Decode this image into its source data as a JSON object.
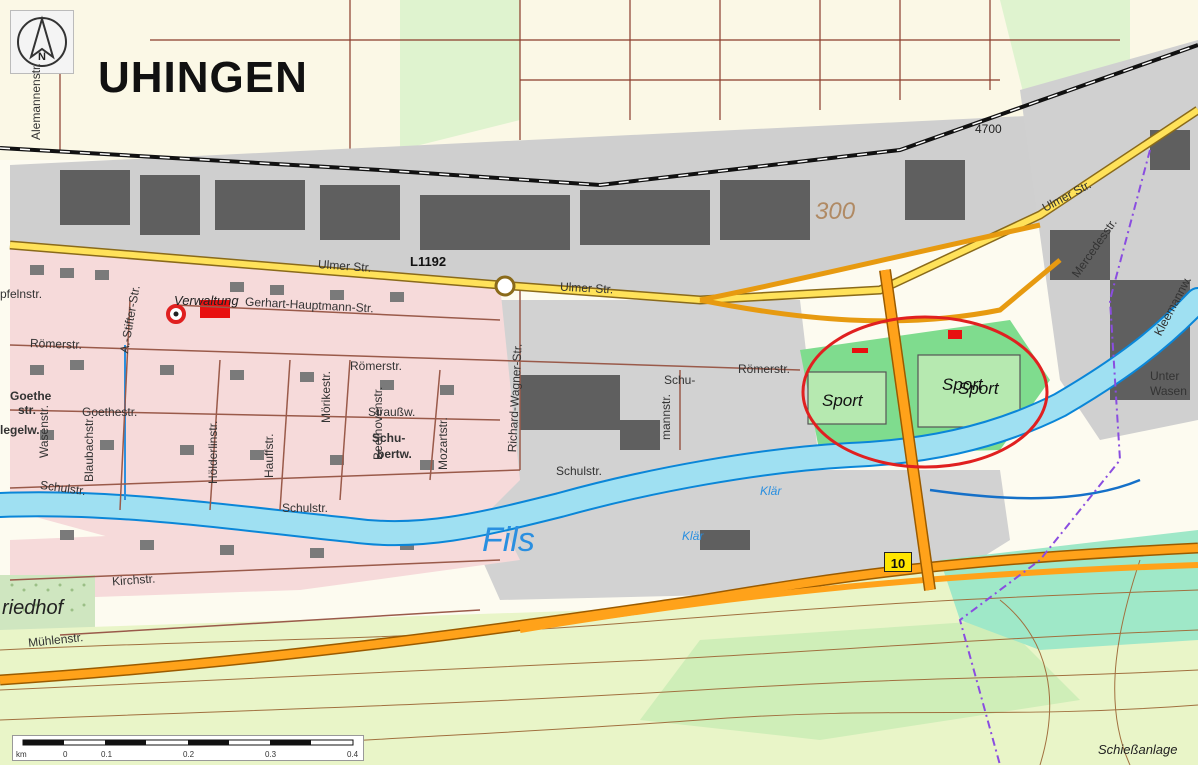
{
  "map": {
    "title": "UHINGEN",
    "highlight_color": "#e02020",
    "north_label": "N",
    "road_number": "L1192",
    "route_shield": "10",
    "rail_code": "4700",
    "contour_value": "300",
    "river": "Fils",
    "landmark_verwaltung": "Verwaltung",
    "sport_labels": [
      "Sport",
      "Sport",
      "Sport"
    ],
    "klaer_labels": [
      "Klär",
      "Klär"
    ],
    "cemetery": "riedhof",
    "shooting_range": "Schießanlage",
    "streets": {
      "ulmer_1": "Ulmer Str.",
      "ulmer_2": "Ulmer Str.",
      "ulmer_3": "Ulmer Str.",
      "gerhart": "Gerhart-Hauptmann-Str.",
      "roemer_1": "Römerstr.",
      "roemer_2": "Römerstr.",
      "roemer_3": "Römerstr.",
      "goethe_1": "Goethestr.",
      "goethe_2": "Goethe",
      "goethe_3": "str.",
      "schul_1": "Schulstr.",
      "schul_2": "Schulstr.",
      "schul_3": "Schulstr.",
      "kirch": "Kirchstr.",
      "muehlen": "Mühlenstr.",
      "alemannen": "Alemannenstr.",
      "stifter": "A.-Stifter-Str.",
      "blaubach": "Blaubachstr.",
      "wasen": "Wasenstr.",
      "hoelderlin": "Hölderlinstr.",
      "hauff": "Hauffstr.",
      "moerike": "Mörikestr.",
      "beethoven": "Beethovenstr.",
      "mozart": "Mozartstr.",
      "strauss": "Straußw.",
      "schubert_1": "Schu-",
      "schubert_2": "bertw.",
      "richard": "Richard-Wagner-Str.",
      "schumann_1": "Schu-",
      "schumann_2": "mannstr.",
      "mercedes": "Mercedesstr.",
      "kleemann": "Kleemannw.",
      "unter_1": "Unter",
      "unter_2": "Wasen",
      "pfel": "pfelnstr.",
      "legelw": "legelw."
    },
    "scale": {
      "unit": "km",
      "ticks": [
        "0",
        "0.1",
        "0.2",
        "0.3",
        "0.4"
      ]
    }
  }
}
